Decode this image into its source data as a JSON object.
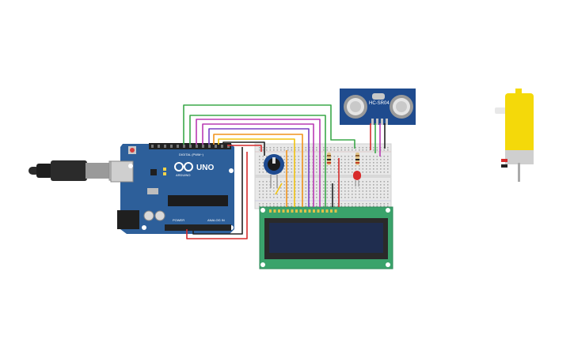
{
  "arduino": {
    "brand_label": "UNO",
    "maker_label": "ARDUINO",
    "digital_label": "DIGITAL (PWM~)",
    "power_label": "POWER",
    "analog_label": "ANALOG IN"
  },
  "sensor": {
    "model_label": "HC-SR04"
  },
  "colors": {
    "board_blue": "#2d5f9a",
    "breadboard": "#e8e8e8",
    "lcd_pcb": "#3aa36b",
    "lcd_screen": "#1f2d4f",
    "motor_yellow": "#f4d90a",
    "wire_red": "#d62b2b",
    "wire_green": "#3ba84a",
    "wire_magenta": "#b93ab4",
    "wire_purple": "#7a3fc4",
    "wire_orange": "#f1941b",
    "wire_black": "#222222",
    "wire_yellow": "#f2c40f"
  },
  "icons": [
    "usb-cable-icon",
    "potentiometer-icon",
    "led-icon",
    "resistor-icon",
    "dc-motor-icon"
  ]
}
